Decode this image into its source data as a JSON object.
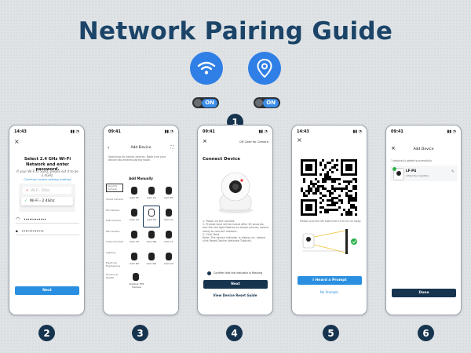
{
  "page": {
    "title": "Network Pairing Guide",
    "toggle_label": "ON",
    "steps": [
      "1",
      "2",
      "3",
      "4",
      "5",
      "6"
    ]
  },
  "icons": {
    "wifi": "wifi-icon",
    "location": "location-pin-icon",
    "accent": "#2f7fe6",
    "navy": "#17344f"
  },
  "screen2": {
    "time": "14:43",
    "heading": "Select 2.4 GHz Wi-Fi Network and enter password.",
    "note": "If your Wi-Fi is 5GHz, please set it to be 2.4GHz.",
    "link": "Common router setting method",
    "wifi_5g": "Wi-Fi - 5Ghz",
    "wifi_24g": "Wi-Fi - 2.4Ghz",
    "ssid_value": "••••••••••••",
    "password_value": "••••••••••••",
    "button": "Next"
  },
  "screen3": {
    "time": "09:41",
    "header": "Add Device",
    "banner": "Searching for nearby devices. Make sure your device has entered pairing mode.",
    "section": "Add Manually",
    "categories": [
      "Security Camera",
      "Smart Camera",
      "HD Camera",
      "WiFi Camera",
      "Pet Camera",
      "Video Doorbell",
      "Lighting",
      "Electrical Engineering",
      "Sensors & Health"
    ],
    "devices": [
      "Cam P2",
      "Cam C1",
      "Cam P1",
      "Cam C2",
      "Cam P4",
      "Cam V1",
      "Cam V3",
      "Cam W2",
      "Cam Y1",
      "Cam R2",
      "Cam W1",
      "Cam V2"
    ],
    "bottom_item": "Outdoor PTZ Camera"
  },
  "screen4": {
    "time": "09:41",
    "header": "QR Code for Camera",
    "title": "Connect Device",
    "steps": [
      "1. Power on the camera.",
      "2. Prompt tone will be heard after 30 seconds, and the red light flashes as shown picture, device ready to connect network.",
      "3. Click Next",
      "Note: The device indicator is always on, please click Reset Device (detailed Tutorial)."
    ],
    "confirm": "Confirm that the indicator is flashing",
    "button": "Next",
    "link": "View Device Reset Guide"
  },
  "screen5": {
    "time": "14:43",
    "instruction": "Please scan the QR code from 15 to 20 cm away.",
    "button": "I Heard a Prompt",
    "link": "No Prompts"
  },
  "screen6": {
    "time": "09:41",
    "header": "Add Device",
    "added": "1 device(s) added successfully",
    "device": "LF-P4",
    "status": "Added Successfully",
    "button": "Done"
  }
}
